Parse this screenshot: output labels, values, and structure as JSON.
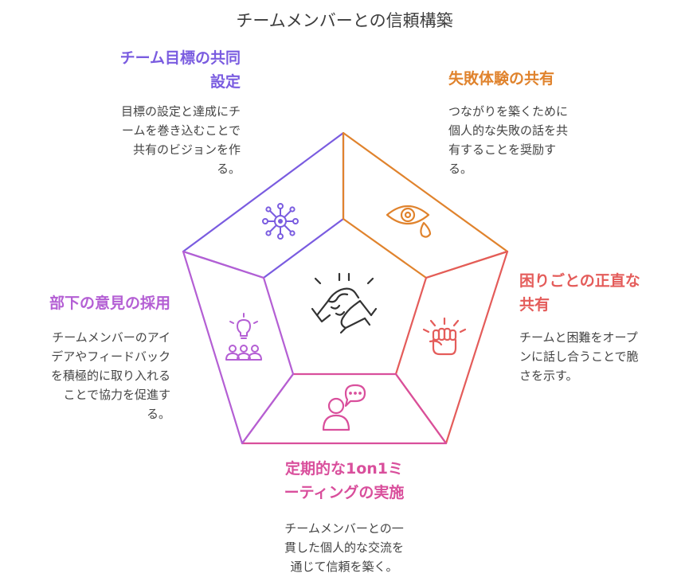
{
  "title": "チームメンバーとの信頼構築",
  "colors": {
    "purple": "#7a5ce0",
    "orange": "#e0832d",
    "red": "#e45c5a",
    "pink": "#d94f9c",
    "violet": "#b45fd4",
    "dark": "#333333"
  },
  "sections": {
    "goal": {
      "title": "チーム目標の共同設定",
      "title_lines": [
        "チーム目標の共同",
        "設定"
      ],
      "desc_lines": [
        "目標の設定と達成にチ",
        "ームを巻き込むことで",
        "共有のビジョンを作",
        "る。"
      ],
      "icon": "network-hub-icon"
    },
    "failure": {
      "title": "失敗体験の共有",
      "title_lines": [
        "失敗体験の共有"
      ],
      "desc_lines": [
        "つながりを築くために",
        "個人的な失敗の話を共",
        "有することを奨励す",
        "る。"
      ],
      "icon": "crying-eye-icon"
    },
    "honest": {
      "title": "困りごとの正直な共有",
      "title_lines": [
        "困りごとの正直な",
        "共有"
      ],
      "desc_lines": [
        "チームと困難をオープ",
        "ンに話し合うことで脆",
        "さを示す。"
      ],
      "icon": "raised-fist-icon"
    },
    "meeting": {
      "title": "定期的な1on1ミーティングの実施",
      "title_lines": [
        "定期的な1on1ミ",
        "ーティングの実施"
      ],
      "desc_lines": [
        "チームメンバーとの一",
        "貫した個人的な交流を",
        "通じて信頼を築く。"
      ],
      "icon": "person-speech-icon"
    },
    "opinion": {
      "title": "部下の意見の採用",
      "title_lines": [
        "部下の意見の採用"
      ],
      "desc_lines": [
        "チームメンバーのアイ",
        "デアやフィードバック",
        "を積極的に取り入れる",
        "ことで協力を促進す",
        "る。"
      ],
      "icon": "idea-group-icon"
    }
  },
  "center_icon": "handshake-icon"
}
